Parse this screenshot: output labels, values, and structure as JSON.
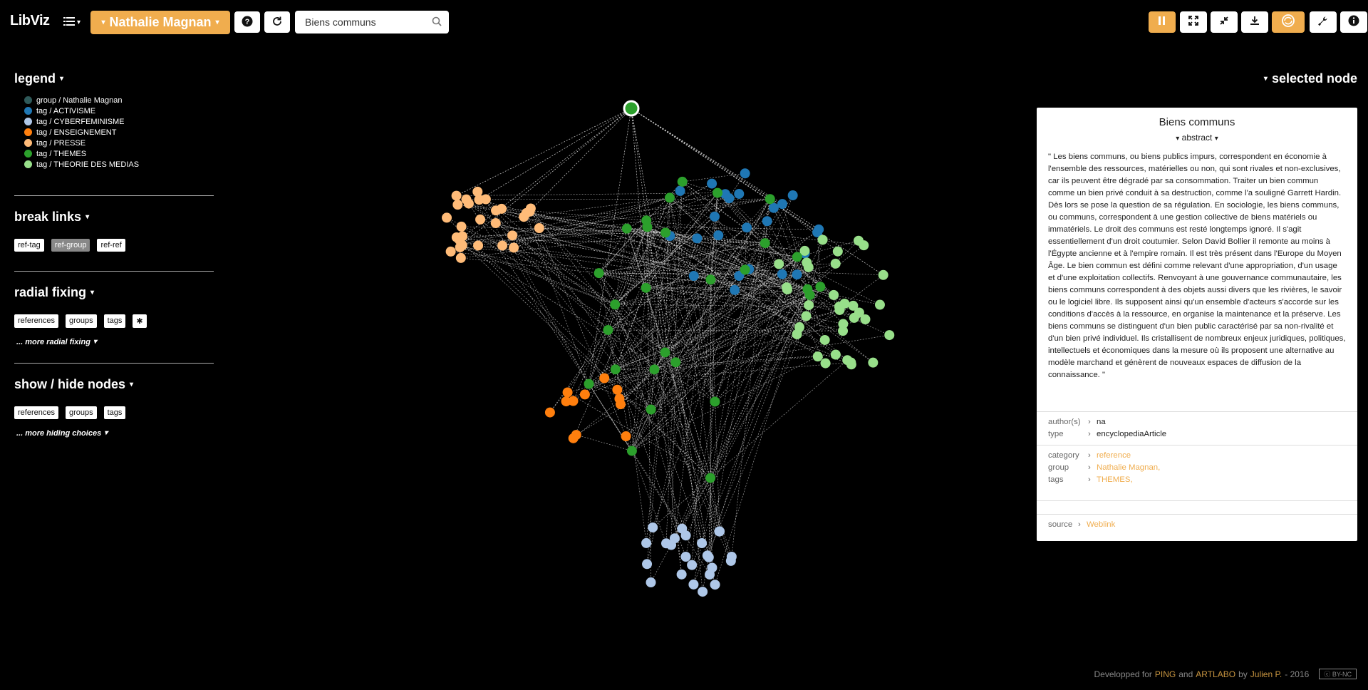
{
  "app": {
    "title": "LibViz"
  },
  "topbar": {
    "user_label": "Nathalie Magnan",
    "search_value": "Biens communs"
  },
  "legend": {
    "title": "legend",
    "items": [
      {
        "label": "group / Nathalie Magnan",
        "color": "#2f5a5a"
      },
      {
        "label": "tag / ACTIVISME",
        "color": "#1f77b4"
      },
      {
        "label": "tag / CYBERFEMINISME",
        "color": "#aec7e8"
      },
      {
        "label": "tag / ENSEIGNEMENT",
        "color": "#ff7f0e"
      },
      {
        "label": "tag / PRESSE",
        "color": "#ffbb78"
      },
      {
        "label": "tag / THEMES",
        "color": "#2ca02c"
      },
      {
        "label": "tag / THEORIE DES MEDIAS",
        "color": "#98df8a"
      }
    ]
  },
  "break_links": {
    "title": "break links",
    "chips": [
      "ref-tag",
      "ref-group",
      "ref-ref"
    ]
  },
  "radial_fixing": {
    "title": "radial fixing",
    "chips": [
      "references",
      "groups",
      "tags",
      "✱"
    ],
    "more": "... more radial fixing"
  },
  "show_hide": {
    "title": "show / hide nodes",
    "chips": [
      "references",
      "groups",
      "tags"
    ],
    "more": "... more hiding choices"
  },
  "selected": {
    "heading": "selected node",
    "title": "Biens communs",
    "abstract_label": "abstract",
    "abstract": "\" Les biens communs, ou biens publics impurs, correspondent en économie à l'ensemble des ressources, matérielles ou non, qui sont rivales et non-exclusives, car ils peuvent être dégradé par sa consommation. Traiter un bien commun comme un bien privé conduit à sa destruction, comme l'a souligné Garrett Hardin. Dès lors se pose la question de sa régulation. En sociologie, les biens communs, ou communs, correspondent à une gestion collective de biens matériels ou immatériels. Le droit des communs est resté longtemps ignoré. Il s'agit essentiellement d'un droit coutumier. Selon David Bollier il remonte au moins à l'Égypte ancienne et à l'empire romain. Il est très présent dans l'Europe du Moyen Âge. Le bien commun est défini comme relevant d'une appropriation, d'un usage et d'une exploitation collectifs. Renvoyant à une gouvernance communautaire, les biens communs correspondent à des objets aussi divers que les rivières, le savoir ou le logiciel libre. Ils supposent ainsi qu'un ensemble d'acteurs s'accorde sur les conditions d'accès à la ressource, en organise la maintenance et la préserve. Les biens communs se distinguent d'un bien public caractérisé par sa non-rivalité et d'un bien privé individuel. Ils cristallisent de nombreux enjeux juridiques, politiques, intellectuels et économiques dans la mesure où ils proposent une alternative au modèle marchand et génèrent de nouveaux espaces de diffusion de la connaissance. \"",
    "authors_key": "author(s)",
    "authors_val": "na",
    "type_key": "type",
    "type_val": "encyclopediaArticle",
    "category_key": "category",
    "category_val": "reference",
    "group_key": "group",
    "group_val": "Nathalie Magnan,",
    "tags_key": "tags",
    "tags_val": "THEMES,",
    "source_key": "source",
    "source_val": "Weblink"
  },
  "footer": {
    "prefix": "Developped for",
    "ping": "PING",
    "and": "and",
    "artlabo": "ARTLABO",
    "by": "by",
    "author": "Julien P.",
    "year": "- 2016",
    "license": "BY-NC"
  },
  "colors": {
    "accent": "#f0ad4e"
  }
}
